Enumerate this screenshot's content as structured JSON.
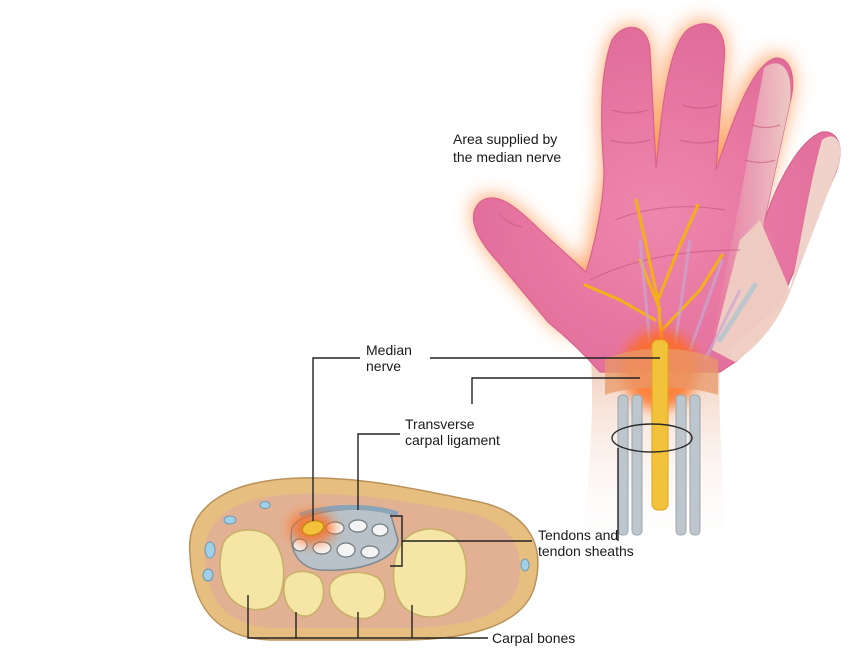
{
  "labels": {
    "area_line1": "Area supplied by",
    "area_line2": "the median nerve",
    "median_line1": "Median",
    "median_line2": "nerve",
    "ligament_line1": "Transverse",
    "ligament_line2": "carpal ligament",
    "tendons_line1": "Tendons and",
    "tendons_line2": "tendon sheaths",
    "carpal_bones": "Carpal bones"
  },
  "colors": {
    "skin": "#ecc0c9",
    "median_area": "#e6779f",
    "glow": "#ff9a4a",
    "nerve": "#f2b11a",
    "bone": "#f5e6a6",
    "tendon": "#b9c2c8",
    "leader": "#222222"
  }
}
